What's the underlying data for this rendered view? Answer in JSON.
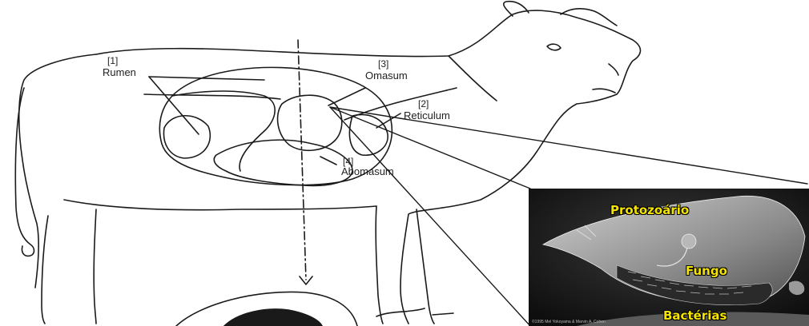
{
  "labels": {
    "rumen_number": "[1]",
    "rumen": "Rumen",
    "omasum_number": "[3]",
    "omasum": "Omasum",
    "reticulum_number": "[2]",
    "reticulum": "Reticulum",
    "abomasum_number": "[4]",
    "abomasum": "Abomasum"
  },
  "micrograph": {
    "protozoa": "Protozoário",
    "fungus": "Fungo",
    "bacteria": "Bactérias",
    "credit": "©1995 Mel Yokoyama & Marvin A. Cohen"
  },
  "colors": {
    "line": "#1a1a1a",
    "label_text": "#f5e400",
    "micrograph_bg": "#1c1c1c"
  }
}
